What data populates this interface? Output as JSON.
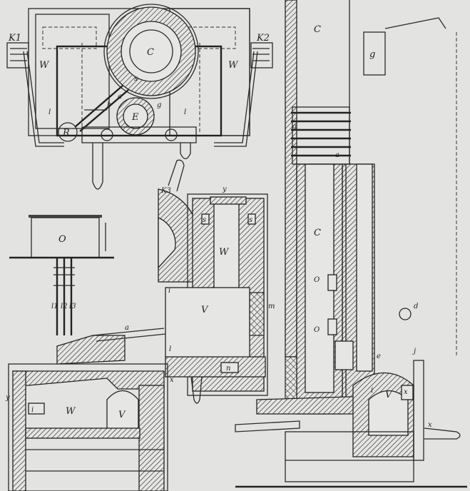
{
  "figures": {
    "plan_view": {
      "labels": {
        "k1": "K1",
        "k2": "K2",
        "w_left": "W",
        "w_right": "W",
        "c": "C",
        "e": "E",
        "r": "R",
        "a": "a",
        "b": "b",
        "g": "g",
        "l_left": "l",
        "l_mid": "l",
        "s": "s"
      }
    },
    "side_section": {
      "labels": {
        "y": "y",
        "s_left": "s",
        "s_right": "s",
        "w": "W",
        "v": "V",
        "i": "i",
        "n": "n",
        "m": "m",
        "x": "x",
        "k3": "K3"
      }
    },
    "transformer": {
      "labels": {
        "o": "O",
        "l1": "l1",
        "l2": "l2",
        "l3": "l3"
      }
    },
    "front_section": {
      "labels": {
        "a": "a",
        "y": "y",
        "w": "W",
        "v": "V",
        "i": "i",
        "l": "l"
      }
    },
    "tower_section": {
      "labels": {
        "c_upper": "C",
        "c_lower": "C",
        "g": "g",
        "a_upper": "a",
        "a_lower": "a",
        "o_upper": "O",
        "o_lower": "O",
        "d": "d",
        "e": "e",
        "j": "j",
        "v": "V",
        "i": "i",
        "x_inner": "x",
        "x_outer": "x"
      }
    }
  }
}
